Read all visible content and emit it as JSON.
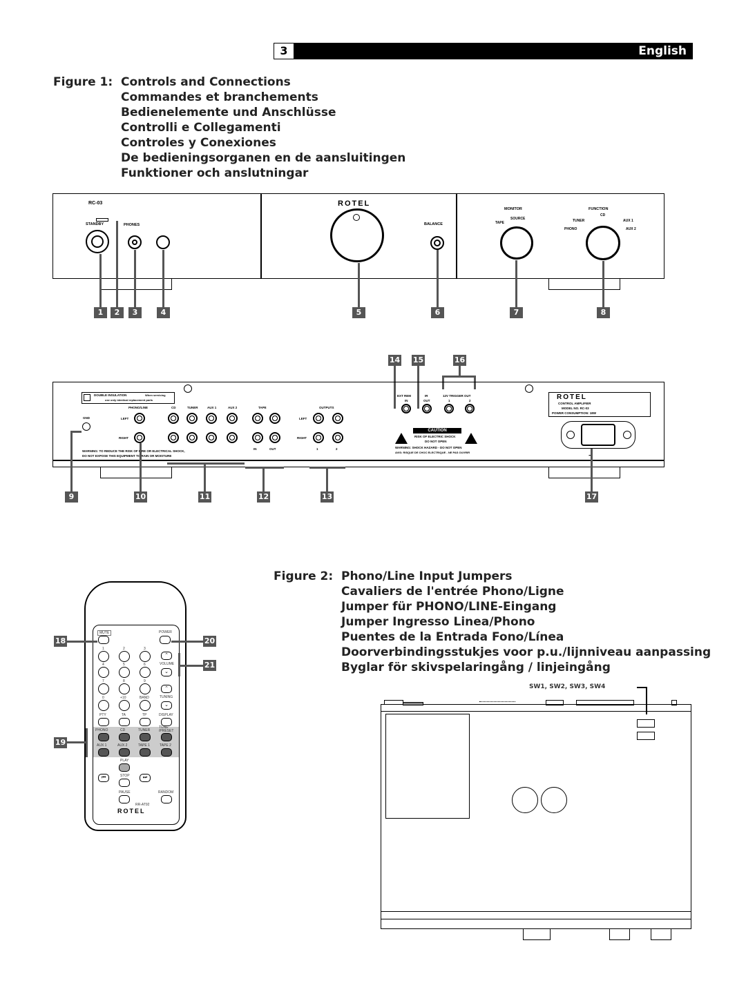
{
  "header": {
    "page_number": "3",
    "language": "English"
  },
  "figure1": {
    "label": "Figure 1:",
    "titles": [
      "Controls and Connections",
      "Commandes et branchements",
      "Bedienelemente und Anschlüsse",
      "Controlli e Collegamenti",
      "Controles y Conexiones",
      "De bedieningsorganen en de aansluitingen",
      "Funktioner och anslutningar"
    ]
  },
  "front_panel": {
    "model": "RC-03",
    "standby": "STANDBY",
    "phones": "PHONES",
    "brand": "ROTEL",
    "balance": "BALANCE",
    "monitor": "MONITOR",
    "source": "SOURCE",
    "tape": "TAPE",
    "function": "FUNCTION",
    "cd": "CD",
    "tuner": "TUNER",
    "aux1": "AUX 1",
    "phono": "PHONO",
    "aux2": "AUX 2",
    "callouts": [
      "1",
      "2",
      "3",
      "4",
      "5",
      "6",
      "7",
      "8"
    ]
  },
  "rear_panel": {
    "double_insulation": "DOUBLE INSULATION",
    "when_servicing": "When servicing",
    "replacement_parts": "use only identical replacement parts",
    "phono_line": "PHONO/LINE",
    "cd": "CD",
    "tuner": "TUNER",
    "aux1": "AUX 1",
    "aux2": "AUX 2",
    "tape": "TAPE",
    "outputs": "OUTPUTS",
    "gnd": "GND",
    "left": "LEFT",
    "right": "RIGHT",
    "in": "IN",
    "out": "OUT",
    "one": "1",
    "two": "2",
    "ext_rem": "EXT REM",
    "ir": "IR",
    "trigger": "12V TRIGGER OUT",
    "warning1": "WARNING: TO REDUCE THE RISK OF FIRE OR ELECTRICAL SHOCK,",
    "warning2": "DO NOT EXPOSE THIS EQUIPMENT TO RAIN OR MOISTURE",
    "caution": "CAUTION",
    "risk": "RISK OF ELECTRIC SHOCK",
    "do_not_open": "DO NOT OPEN",
    "shock_warning": "WARNING: SHOCK HAZARD - DO NOT OPEN",
    "avis": "AVIS: RISQUE DE CHOC ELECTRIQUE - NE PAS OUVRIR",
    "brand": "ROTEL",
    "control_amp": "CONTROL AMPLIFIER",
    "model_no": "MODEL NO. RC-03",
    "power_consumption": "POWER CONSUMPTION: 18W",
    "ac_symbol": "~",
    "callouts_top": [
      "14",
      "15",
      "16"
    ],
    "callouts_bottom": [
      "9",
      "10",
      "11",
      "12",
      "13",
      "17"
    ]
  },
  "remote": {
    "mute": "MUTE",
    "power": "POWER",
    "volume": "VOLUME",
    "tuning": "TUNING",
    "digits": [
      "1",
      "2",
      "3",
      "4",
      "5",
      "6",
      "7",
      "8",
      "9",
      "0",
      "+10"
    ],
    "band": "BAND",
    "pty": "PTY",
    "ta": "TA",
    "tp": "TP",
    "display": "DISPLAY",
    "phono": "PHONO",
    "cd": "CD",
    "tuner": "TUNER",
    "tune_preset": "TUNE /PRESET",
    "aux1": "AUX 1",
    "aux2": "AUX 2",
    "tape1": "TAPE 1",
    "tape2": "TAPE 2",
    "play": "PLAY",
    "stop": "STOP",
    "pause": "PAUSE",
    "random": "RANDOM",
    "model": "RR-AT92",
    "brand": "ROTEL",
    "callouts": [
      "18",
      "19",
      "20",
      "21"
    ]
  },
  "figure2": {
    "label": "Figure 2:",
    "titles": [
      "Phono/Line Input Jumpers",
      "Cavaliers de l'entrée Phono/Ligne",
      "Jumper für PHONO/LINE-Eingang",
      "Jumper Ingresso Linea/Phono",
      "Puentes de la Entrada Fono/Línea",
      "Doorverbindingsstukjes voor p.u./lijnniveau aanpassing",
      "Byglar för skivspelaringång / linjeingång"
    ],
    "switches": "SW1, SW2, SW3, SW4"
  }
}
